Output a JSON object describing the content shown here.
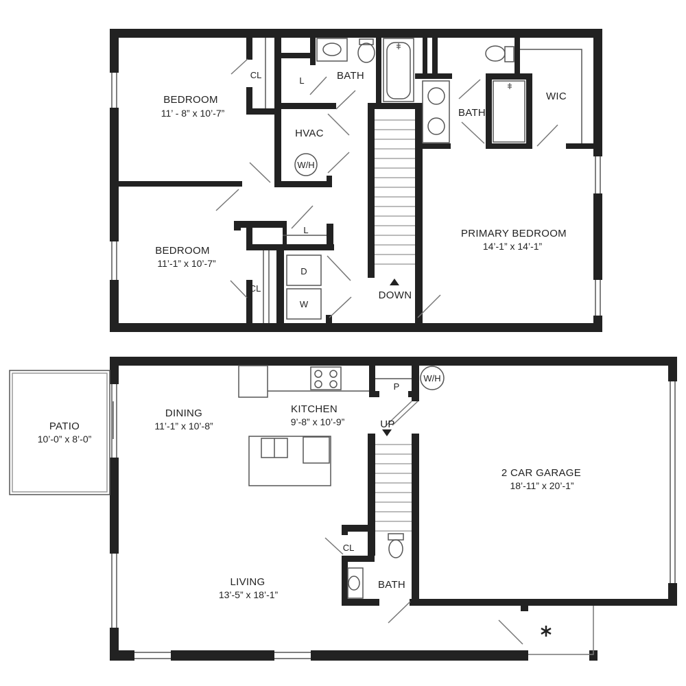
{
  "colors": {
    "wall": "#222222",
    "fixture": "#555555",
    "thin": "#777777",
    "background": "#ffffff"
  },
  "upper_floor": {
    "bedroom_1": {
      "name": "BEDROOM",
      "size": "11’ - 8” x 10’-7”"
    },
    "closet_1": "CL",
    "linen_1": "L",
    "bath_hall": "BATH",
    "hvac": "HVAC",
    "water_heater": "W/H",
    "bedroom_2": {
      "name": "BEDROOM",
      "size": "11’-1” x 10’-7”"
    },
    "linen_2": "L",
    "closet_2": "CL",
    "dryer": "D",
    "washer": "W",
    "stairs_label": "DOWN",
    "bath_primary": "BATH",
    "wic": "WIC",
    "primary_bedroom": {
      "name": "PRIMARY BEDROOM",
      "size": "14’-1” x 14’-1”"
    }
  },
  "lower_floor": {
    "patio": {
      "name": "PATIO",
      "size": "10’-0” x 8’-0”"
    },
    "dining": {
      "name": "DINING",
      "size": "11’-1” x 10’-8”"
    },
    "kitchen": {
      "name": "KITCHEN",
      "size": "9’-8” x 10’-9”"
    },
    "pantry": "P",
    "water_heater": "W/H",
    "stairs_label": "UP",
    "garage": {
      "name": "2 CAR GARAGE",
      "size": "18’-11” x 20’-1”"
    },
    "closet": "CL",
    "bath": "BATH",
    "living": {
      "name": "LIVING",
      "size": "13’-5” x 18’-1”"
    }
  }
}
